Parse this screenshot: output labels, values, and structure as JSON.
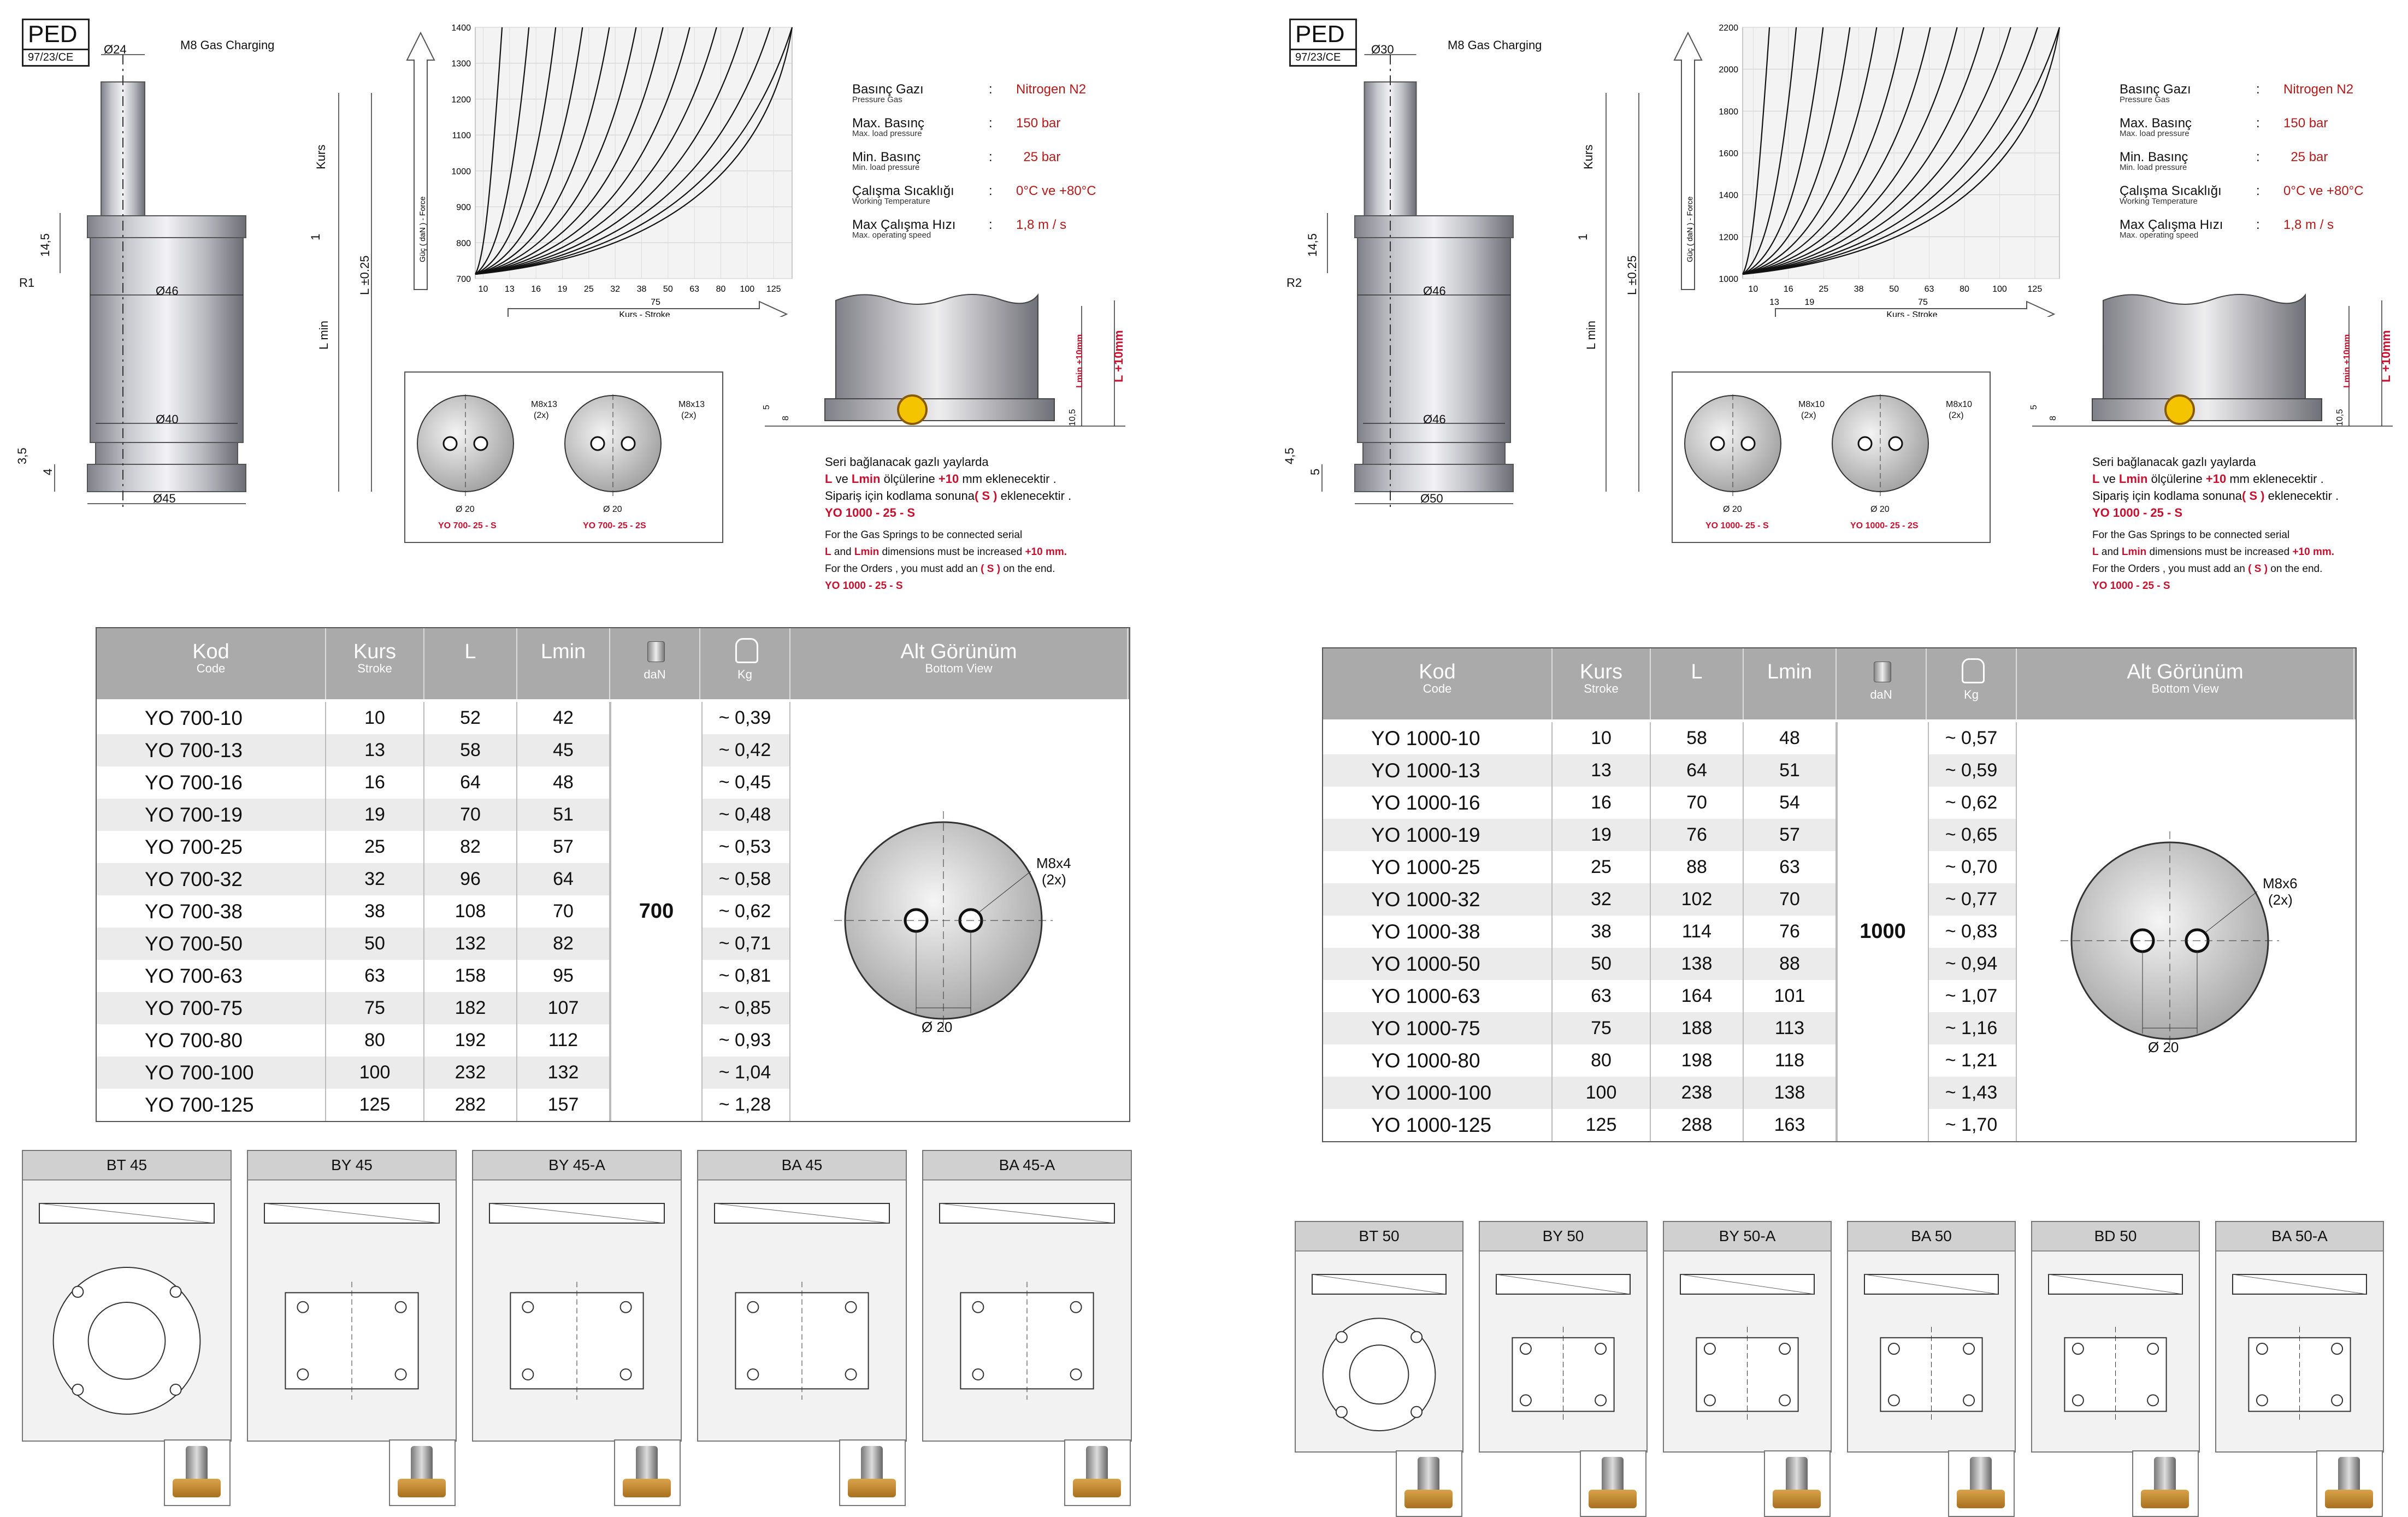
{
  "left": {
    "ped": {
      "title": "PED",
      "sub": "97/23/CE"
    },
    "dims": {
      "top_d": "Ø24",
      "gas": "M8 Gas Charging",
      "kurs": "Kurs",
      "d46": "Ø46",
      "d40": "Ø40",
      "d45": "Ø45",
      "h145": "14,5",
      "h35": "3,5",
      "h4": "4",
      "r": "R1",
      "lmin": "L min",
      "l": "L ±0.25",
      "one": "1"
    },
    "spec": [
      {
        "k": "Basınç Gazı",
        "s": "Pressure Gas",
        "v": "Nitrogen N2"
      },
      {
        "k": "Max. Basınç",
        "s": "Max. load pressure",
        "v": "150 bar"
      },
      {
        "k": "Min. Basınç",
        "s": "Min. load pressure",
        "v": "  25 bar"
      },
      {
        "k": "Çalışma Sıcaklığı",
        "s": "Working Temperature",
        "v": "0°C ve +80°C"
      },
      {
        "k": "Max Çalışma Hızı",
        "s": "Max. operating speed",
        "v": "1,8 m / s"
      }
    ],
    "views": {
      "m1": "M8x13",
      "m1b": "(2x)",
      "m2": "M8x13",
      "m2b": "(2x)",
      "d20": "Ø 20",
      "c1": "YO 700- 25 - S",
      "c2": "YO 700- 25 - 2S"
    },
    "note": {
      "l1": "Seri bağlanacak gazlı yaylarda",
      "l2a": "L",
      "l2b": " ve ",
      "l2c": "Lmin",
      "l2d": " ölçülerine ",
      "l2e": "+10",
      "l2f": " mm eklenecektir .",
      "l3a": "Sipariş için kodlama sonuna",
      "l3b": "( S )",
      "l3c": " eklenecektir .",
      "l4": "YO 1000 - 25 - S",
      "e1": "For the Gas Springs to be connected serial",
      "e2a": "L",
      "e2b": " and ",
      "e2c": "Lmin",
      "e2d": " dimensions must be increased ",
      "e2e": "+10 mm.",
      "e3a": "For the Orders , you must add an ",
      "e3b": "( S )",
      "e3c": " on the end.",
      "e4": "YO 1000 - 25 - S"
    },
    "detail": {
      "a": "Lmin +10mm",
      "b": "L +10mm",
      "h5": "5",
      "h8": "8",
      "h105": "10,5"
    },
    "chart_data": {
      "type": "line",
      "y_ticks": [
        700,
        800,
        900,
        1000,
        1100,
        1200,
        1300,
        1400
      ],
      "x_ticks": [
        "10",
        "13",
        "16",
        "19",
        "25",
        "32",
        "38",
        "50",
        "63",
        "80",
        "100",
        "125"
      ],
      "x_extra": "75",
      "ylabel": "Güç ( daN ) - Force",
      "xlabel": "Kurs - Stroke",
      "ylim": [
        700,
        1400
      ],
      "series_strokes": [
        10,
        13,
        16,
        19,
        25,
        32,
        38,
        50,
        63,
        75,
        80,
        100,
        125
      ]
    },
    "table": {
      "headers": [
        {
          "t": "Kod",
          "s": "Code"
        },
        {
          "t": "Kurs",
          "s": "Stroke"
        },
        {
          "t": "L",
          "s": ""
        },
        {
          "t": "Lmin",
          "s": ""
        },
        {
          "t": "",
          "s": "daN"
        },
        {
          "t": "",
          "s": "Kg"
        },
        {
          "t": "Alt Görünüm",
          "s": "Bottom View"
        }
      ],
      "force": "700",
      "rows": [
        [
          "YO 700-10",
          "10",
          "52",
          "42",
          "~ 0,39"
        ],
        [
          "YO 700-13",
          "13",
          "58",
          "45",
          "~ 0,42"
        ],
        [
          "YO 700-16",
          "16",
          "64",
          "48",
          "~ 0,45"
        ],
        [
          "YO 700-19",
          "19",
          "70",
          "51",
          "~ 0,48"
        ],
        [
          "YO 700-25",
          "25",
          "82",
          "57",
          "~ 0,53"
        ],
        [
          "YO 700-32",
          "32",
          "96",
          "64",
          "~ 0,58"
        ],
        [
          "YO 700-38",
          "38",
          "108",
          "70",
          "~ 0,62"
        ],
        [
          "YO 700-50",
          "50",
          "132",
          "82",
          "~ 0,71"
        ],
        [
          "YO 700-63",
          "63",
          "158",
          "95",
          "~ 0,81"
        ],
        [
          "YO 700-75",
          "75",
          "182",
          "107",
          "~ 0,85"
        ],
        [
          "YO 700-80",
          "80",
          "192",
          "112",
          "~ 0,93"
        ],
        [
          "YO 700-100",
          "100",
          "232",
          "132",
          "~ 1,04"
        ],
        [
          "YO 700-125",
          "125",
          "282",
          "157",
          "~ 1,28"
        ]
      ],
      "bottom": {
        "m": "M8x4",
        "x": "(2x)",
        "d": "Ø 20"
      }
    },
    "panels": [
      "BT 45",
      "BY 45",
      "BY 45-A",
      "BA 45",
      "BA 45-A"
    ]
  },
  "right": {
    "ped": {
      "title": "PED",
      "sub": "97/23/CE"
    },
    "dims": {
      "top_d": "Ø30",
      "gas": "M8 Gas Charging",
      "kurs": "Kurs",
      "d46": "Ø46",
      "d40": "Ø46",
      "d45": "Ø50",
      "h145": "14,5",
      "h35": "4,5",
      "h4": "5",
      "r": "R2",
      "lmin": "L min",
      "l": "L ±0.25",
      "one": "1"
    },
    "spec": [
      {
        "k": "Basınç Gazı",
        "s": "Pressure Gas",
        "v": "Nitrogen N2"
      },
      {
        "k": "Max. Basınç",
        "s": "Max. load pressure",
        "v": "150 bar"
      },
      {
        "k": "Min. Basınç",
        "s": "Min. load pressure",
        "v": "  25 bar"
      },
      {
        "k": "Çalışma Sıcaklığı",
        "s": "Working Temperature",
        "v": "0°C ve +80°C"
      },
      {
        "k": "Max Çalışma Hızı",
        "s": "Max. operating speed",
        "v": "1,8 m / s"
      }
    ],
    "views": {
      "m1": "M8x10",
      "m1b": "(2x)",
      "m2": "M8x10",
      "m2b": "(2x)",
      "d20": "Ø 20",
      "c1": "YO 1000- 25 - S",
      "c2": "YO 1000- 25 - 2S"
    },
    "note": {
      "l1": "Seri bağlanacak gazlı yaylarda",
      "l2a": "L",
      "l2b": " ve ",
      "l2c": "Lmin",
      "l2d": " ölçülerine ",
      "l2e": "+10",
      "l2f": " mm eklenecektir .",
      "l3a": "Sipariş için kodlama sonuna",
      "l3b": "( S )",
      "l3c": " eklenecektir .",
      "l4": "YO 1000 - 25 - S",
      "e1": "For the Gas Springs to be connected serial",
      "e2a": "L",
      "e2b": " and ",
      "e2c": "Lmin",
      "e2d": " dimensions must be increased ",
      "e2e": "+10 mm.",
      "e3a": "For the Orders , you must add an ",
      "e3b": "( S )",
      "e3c": " on the end.",
      "e4": "YO 1000 - 25 - S"
    },
    "detail": {
      "a": "Lmin +10mm",
      "b": "L +10mm",
      "h5": "5",
      "h8": "8",
      "h105": "10,5"
    },
    "chart_data": {
      "type": "line",
      "y_ticks": [
        1000,
        1200,
        1400,
        1600,
        1800,
        2000,
        2200
      ],
      "x_ticks": [
        "10",
        "16",
        "25",
        "38",
        "50",
        "63",
        "80",
        "100",
        "125"
      ],
      "x_ticks2": [
        "13",
        "19"
      ],
      "x_extra": "75",
      "ylabel": "Güç ( daN ) - Force",
      "xlabel": "Kurs - Stroke",
      "ylim": [
        1000,
        2200
      ],
      "series_strokes": [
        10,
        13,
        16,
        19,
        25,
        32,
        38,
        50,
        63,
        75,
        80,
        100,
        125
      ]
    },
    "table": {
      "headers": [
        {
          "t": "Kod",
          "s": "Code"
        },
        {
          "t": "Kurs",
          "s": "Stroke"
        },
        {
          "t": "L",
          "s": ""
        },
        {
          "t": "Lmin",
          "s": ""
        },
        {
          "t": "",
          "s": "daN"
        },
        {
          "t": "",
          "s": "Kg"
        },
        {
          "t": "Alt Görünüm",
          "s": "Bottom View"
        }
      ],
      "force": "1000",
      "rows": [
        [
          "YO 1000-10",
          "10",
          "58",
          "48",
          "~ 0,57"
        ],
        [
          "YO 1000-13",
          "13",
          "64",
          "51",
          "~ 0,59"
        ],
        [
          "YO 1000-16",
          "16",
          "70",
          "54",
          "~ 0,62"
        ],
        [
          "YO 1000-19",
          "19",
          "76",
          "57",
          "~ 0,65"
        ],
        [
          "YO 1000-25",
          "25",
          "88",
          "63",
          "~ 0,70"
        ],
        [
          "YO 1000-32",
          "32",
          "102",
          "70",
          "~ 0,77"
        ],
        [
          "YO 1000-38",
          "38",
          "114",
          "76",
          "~ 0,83"
        ],
        [
          "YO 1000-50",
          "50",
          "138",
          "88",
          "~ 0,94"
        ],
        [
          "YO 1000-63",
          "63",
          "164",
          "101",
          "~ 1,07"
        ],
        [
          "YO 1000-75",
          "75",
          "188",
          "113",
          "~ 1,16"
        ],
        [
          "YO 1000-80",
          "80",
          "198",
          "118",
          "~ 1,21"
        ],
        [
          "YO 1000-100",
          "100",
          "238",
          "138",
          "~ 1,43"
        ],
        [
          "YO 1000-125",
          "125",
          "288",
          "163",
          "~ 1,70"
        ]
      ],
      "bottom": {
        "m": "M8x6",
        "x": "(2x)",
        "d": "Ø 20"
      }
    },
    "panels": [
      "BT 50",
      "BY 50",
      "BY 50-A",
      "BA 50",
      "BD 50",
      "BA 50-A"
    ]
  }
}
